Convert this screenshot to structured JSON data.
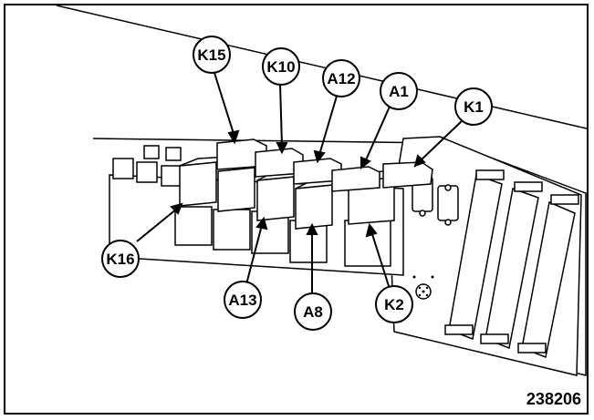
{
  "figure": {
    "number": "238206",
    "callouts": [
      {
        "id": "K15",
        "label": "K15"
      },
      {
        "id": "K10",
        "label": "K10"
      },
      {
        "id": "A12",
        "label": "A12"
      },
      {
        "id": "A1",
        "label": "A1"
      },
      {
        "id": "K1",
        "label": "K1"
      },
      {
        "id": "K16",
        "label": "K16"
      },
      {
        "id": "A13",
        "label": "A13"
      },
      {
        "id": "A8",
        "label": "A8"
      },
      {
        "id": "K2",
        "label": "K2"
      }
    ]
  }
}
